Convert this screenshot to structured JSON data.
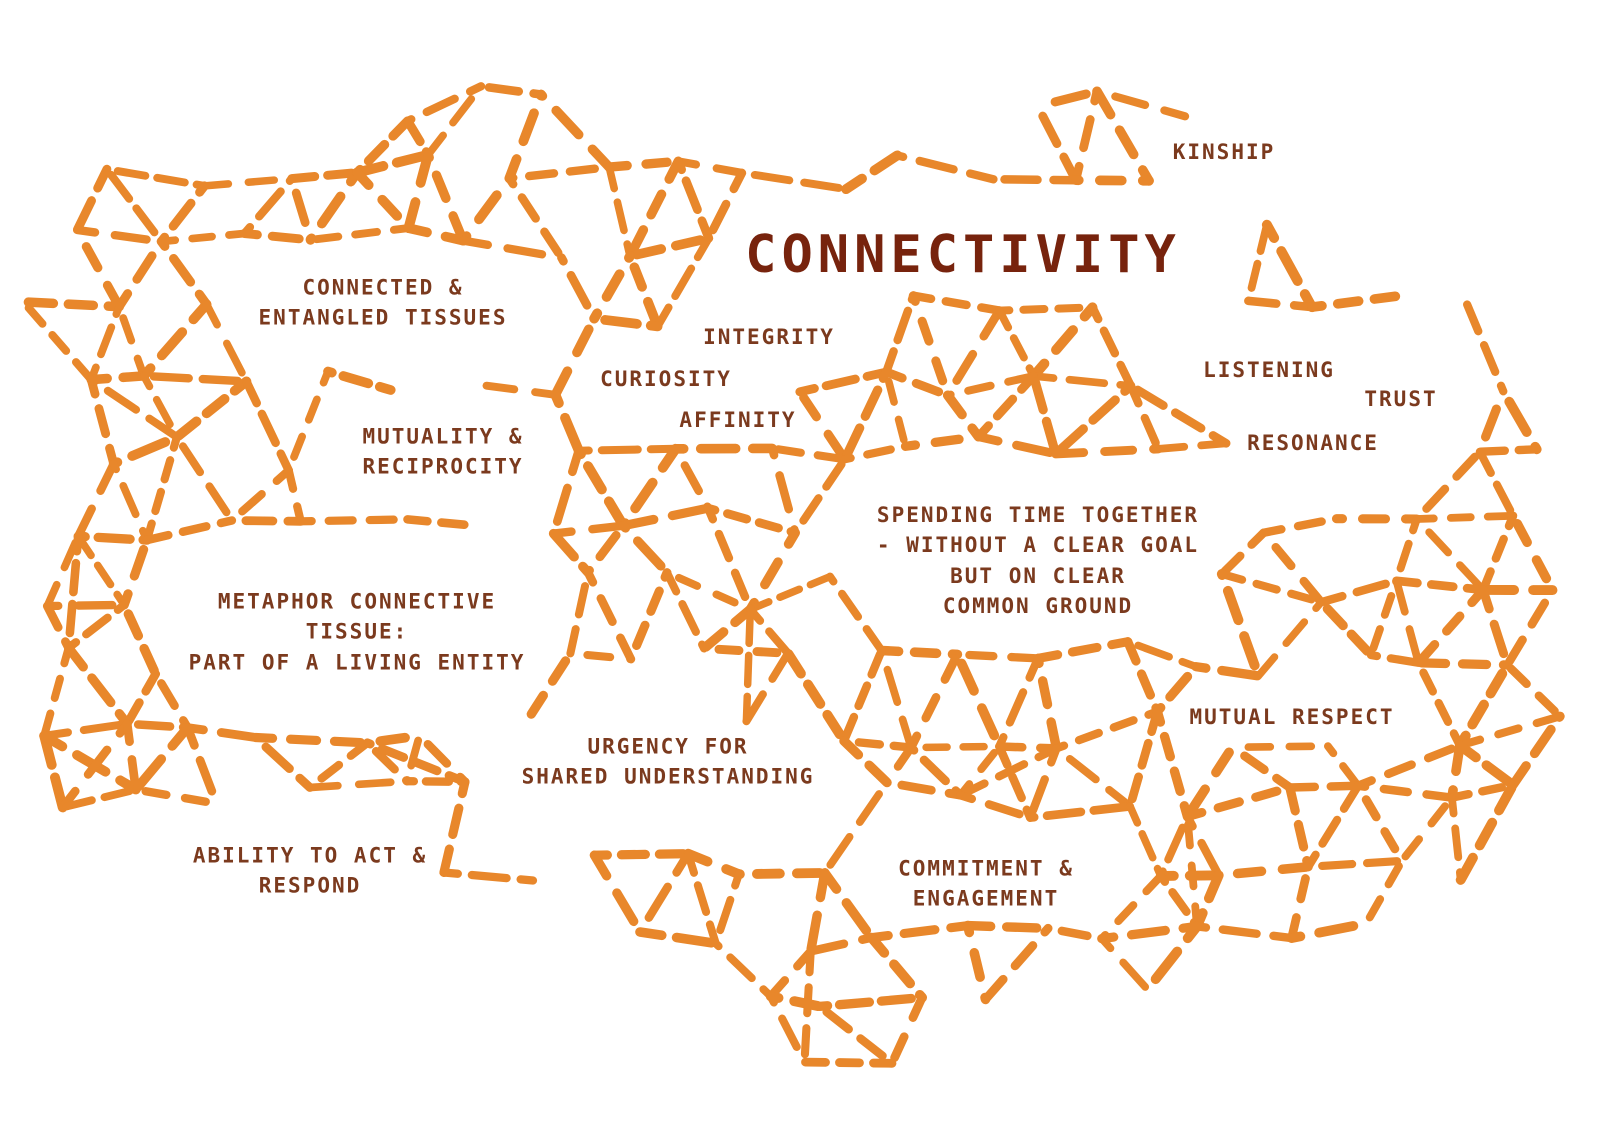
{
  "title": "CONNECTIVITY",
  "colors": {
    "web_orange": "#E8872B",
    "label_text": "#7B3A1E",
    "title_text": "#77230D",
    "background": "#FFFFFF"
  },
  "concepts": [
    {
      "id": "kinship",
      "text": "KINSHIP"
    },
    {
      "id": "connected-entangled-tissues",
      "text": "CONNECTED &\nENTANGLED TISSUES"
    },
    {
      "id": "integrity",
      "text": "INTEGRITY"
    },
    {
      "id": "curiosity",
      "text": "CURIOSITY"
    },
    {
      "id": "affinity",
      "text": "AFFINITY"
    },
    {
      "id": "listening",
      "text": "LISTENING"
    },
    {
      "id": "trust",
      "text": "TRUST"
    },
    {
      "id": "resonance",
      "text": "RESONANCE"
    },
    {
      "id": "mutuality-reciprocity",
      "text": "MUTUALITY &\nRECIPROCITY"
    },
    {
      "id": "spending-time-together",
      "text": "SPENDING TIME TOGETHER\n- WITHOUT A CLEAR GOAL\nBUT ON CLEAR\nCOMMON GROUND"
    },
    {
      "id": "metaphor-connective-tissue",
      "text": "METAPHOR CONNECTIVE\nTISSUE:\nPART OF A LIVING ENTITY"
    },
    {
      "id": "mutual-respect",
      "text": "MUTUAL RESPECT"
    },
    {
      "id": "urgency-shared-understanding",
      "text": "URGENCY FOR\nSHARED UNDERSTANDING"
    },
    {
      "id": "ability-to-act-respond",
      "text": "ABILITY TO ACT &\nRESPOND"
    },
    {
      "id": "commitment-engagement",
      "text": "COMMITMENT &\nENGAGEMENT"
    }
  ]
}
